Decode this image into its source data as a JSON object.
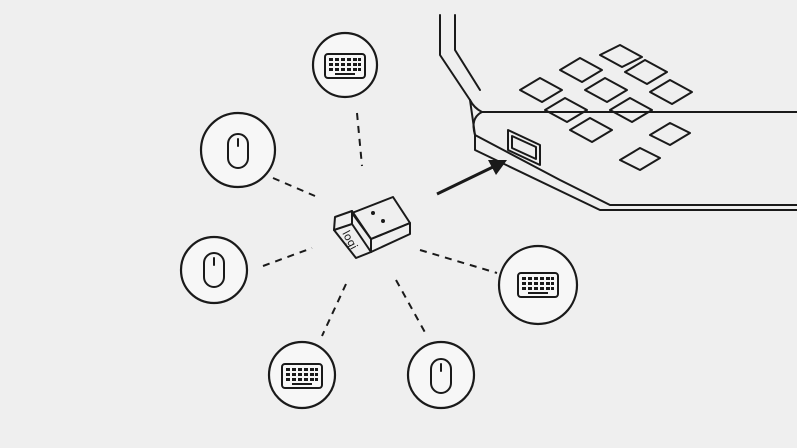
{
  "receiver": {
    "logo_text": "logi"
  },
  "devices": [
    {
      "type": "keyboard",
      "icon": "keyboard-icon"
    },
    {
      "type": "mouse",
      "icon": "mouse-icon"
    },
    {
      "type": "mouse",
      "icon": "mouse-icon"
    },
    {
      "type": "keyboard",
      "icon": "keyboard-icon"
    },
    {
      "type": "mouse",
      "icon": "mouse-icon"
    },
    {
      "type": "keyboard",
      "icon": "keyboard-icon"
    }
  ],
  "colors": {
    "background": "#efefef",
    "line": "#1a1a1a"
  }
}
